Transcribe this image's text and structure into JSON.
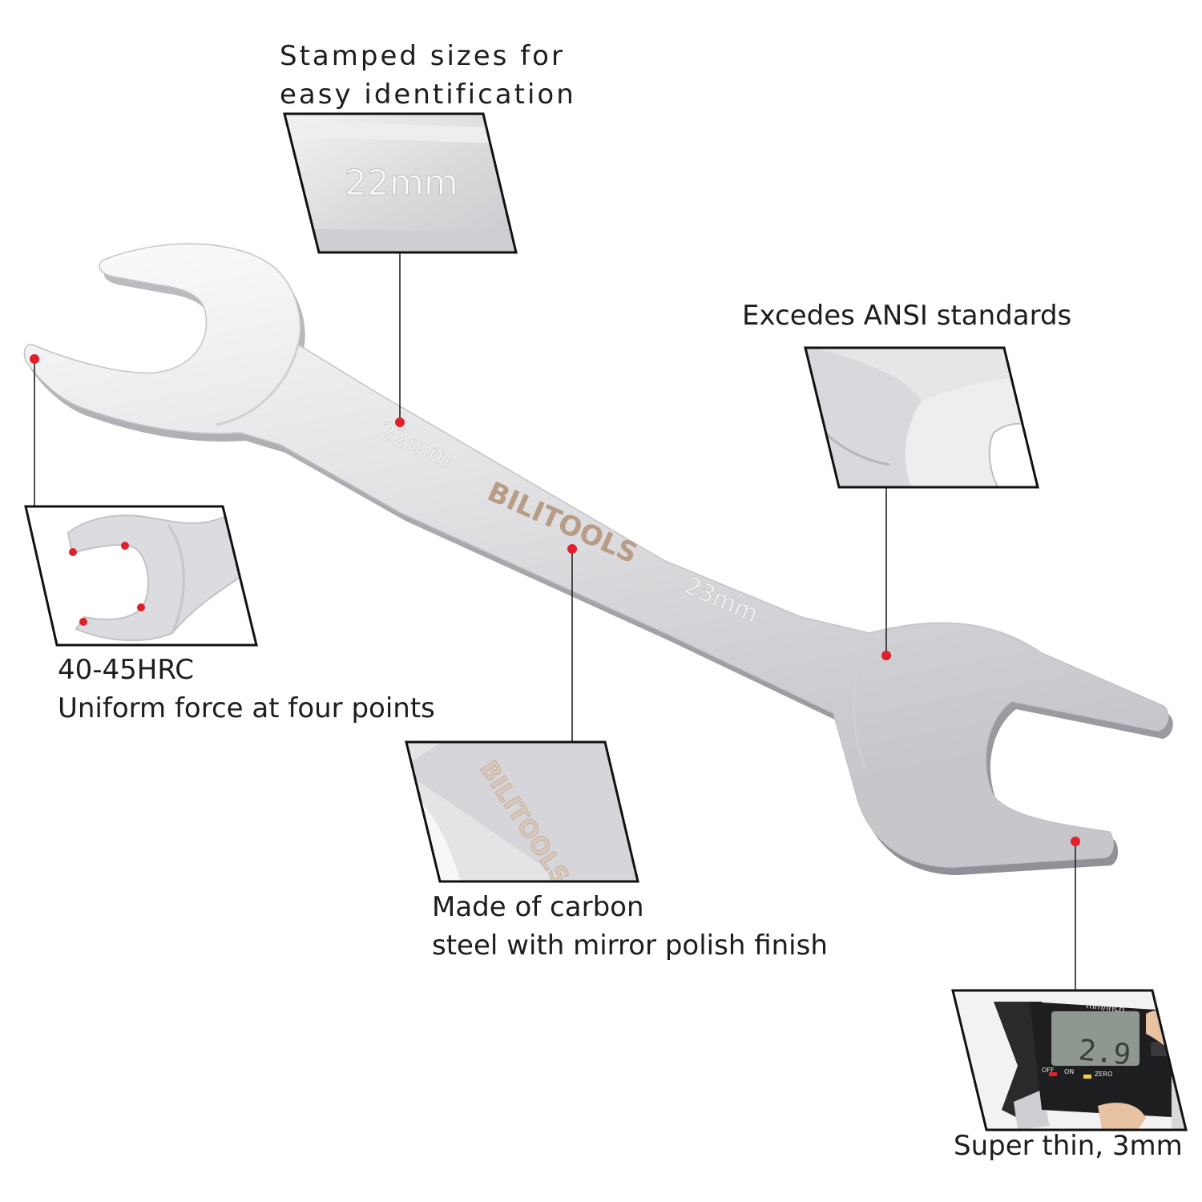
{
  "colors": {
    "background": "#ffffff",
    "text": "#1d1d1d",
    "marker": "#e0202a",
    "leader_line": "#222222",
    "chrome_light": "#f4f4f5",
    "chrome_mid": "#d8d8dc",
    "chrome_dark": "#a9a9ae",
    "brand_engraving": "#b89d86"
  },
  "wrench": {
    "size_left": "22mm",
    "size_right": "23mm",
    "brand": "BILITOOLS"
  },
  "callouts": {
    "stamped_sizes": {
      "line1": "Stamped sizes for",
      "line2": "easy identification",
      "inset_text": "22mm"
    },
    "ansi": {
      "line1": "Excedes ANSI standards"
    },
    "hardness": {
      "line1": "40-45HRC",
      "line2": "Uniform force at four points"
    },
    "material": {
      "line1": "Made of carbon",
      "line2": "steel with mirror polish finish",
      "inset_text": "BILITOOLS"
    },
    "thickness": {
      "line1": "Super thin, 3mm",
      "caliper_units": "mm/inch",
      "caliper_reading": "2.9",
      "caliper_off": "OFF",
      "caliper_on": "ON",
      "caliper_zero": "ZERO"
    }
  }
}
